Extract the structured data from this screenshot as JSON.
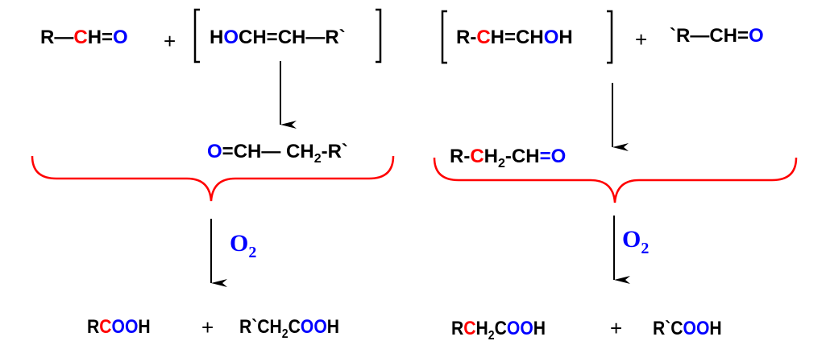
{
  "colors": {
    "k": "#000000",
    "r": "#ff0000",
    "b": "#0000ff",
    "brace": "#ff0000"
  },
  "plus": "+",
  "reagent": {
    "o2": "O",
    "o2_sub": "2"
  },
  "formulas": {
    "left_aldehyde": [
      {
        "t": "R—",
        "c": "k"
      },
      {
        "t": "C",
        "c": "r"
      },
      {
        "t": "H=",
        "c": "k"
      },
      {
        "t": "O",
        "c": "b"
      }
    ],
    "left_enol": [
      {
        "t": "H",
        "c": "k"
      },
      {
        "t": "O",
        "c": "b"
      },
      {
        "t": "CH=CH—R`",
        "c": "k"
      }
    ],
    "left_intermediate": [
      {
        "t": "O",
        "c": "b"
      },
      {
        "t": "=CH— CH",
        "c": "k"
      },
      {
        "t": "2",
        "c": "k",
        "sub": true
      },
      {
        "t": "-R`",
        "c": "k"
      }
    ],
    "left_product_1": [
      {
        "t": "R",
        "c": "k"
      },
      {
        "t": "C",
        "c": "r"
      },
      {
        "t": "OO",
        "c": "b"
      },
      {
        "t": "H",
        "c": "k"
      }
    ],
    "left_product_2": [
      {
        "t": "R`CH",
        "c": "k"
      },
      {
        "t": "2",
        "c": "k",
        "sub": true
      },
      {
        "t": "C",
        "c": "k"
      },
      {
        "t": "OO",
        "c": "b"
      },
      {
        "t": "H",
        "c": "k"
      }
    ],
    "right_enol": [
      {
        "t": "R-",
        "c": "k"
      },
      {
        "t": "C",
        "c": "r"
      },
      {
        "t": "H=CH",
        "c": "k"
      },
      {
        "t": "O",
        "c": "b"
      },
      {
        "t": "H",
        "c": "k"
      }
    ],
    "right_aldehyde": [
      {
        "t": "`R—CH=",
        "c": "k"
      },
      {
        "t": "O",
        "c": "b"
      }
    ],
    "right_intermediate": [
      {
        "t": "R-",
        "c": "k"
      },
      {
        "t": "C",
        "c": "r"
      },
      {
        "t": "H",
        "c": "k"
      },
      {
        "t": "2",
        "c": "k",
        "sub": true
      },
      {
        "t": "-CH",
        "c": "k"
      },
      {
        "t": "=O",
        "c": "b"
      }
    ],
    "right_product_1": [
      {
        "t": "R",
        "c": "k"
      },
      {
        "t": "C",
        "c": "r"
      },
      {
        "t": "H",
        "c": "k"
      },
      {
        "t": "2",
        "c": "k",
        "sub": true
      },
      {
        "t": "C",
        "c": "k"
      },
      {
        "t": "OO",
        "c": "b"
      },
      {
        "t": "H",
        "c": "k"
      }
    ],
    "right_product_2": [
      {
        "t": "R`C",
        "c": "k"
      },
      {
        "t": "OO",
        "c": "b"
      },
      {
        "t": "H",
        "c": "k"
      }
    ]
  }
}
